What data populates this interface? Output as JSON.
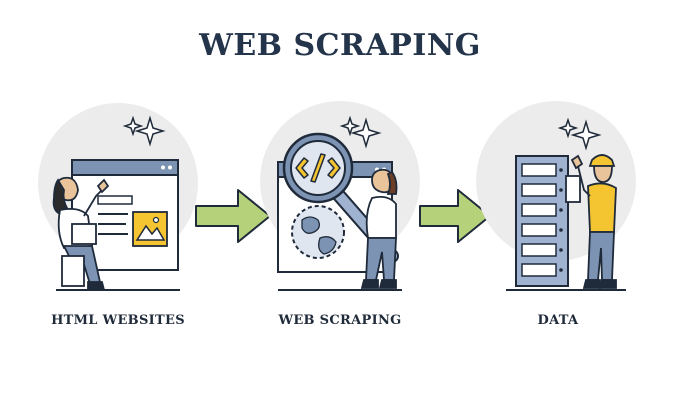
{
  "title": "WEB SCRAPING",
  "steps": [
    {
      "label": "HTML WEBSITES"
    },
    {
      "label": "WEB SCRAPING"
    },
    {
      "label": "DATA"
    }
  ],
  "colors": {
    "title": "#24344a",
    "outline": "#1f2a3a",
    "arrow": "#b5d17a",
    "circle_bg": "#ececec",
    "panel_header": "#7d93b3",
    "image_tile": "#f4c431",
    "server": "#9fb2cf",
    "hardhat": "#f4c431"
  },
  "icons": [
    "sparkle-icon",
    "code-icon",
    "globe-icon",
    "magnifier-icon",
    "image-icon",
    "arrow-right-icon",
    "server-rack-icon"
  ]
}
